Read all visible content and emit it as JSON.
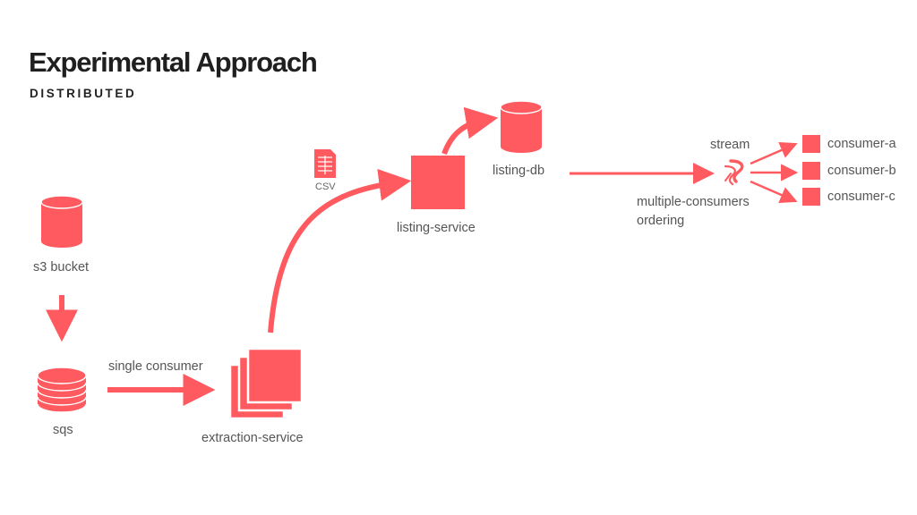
{
  "header": {
    "title": "Experimental Approach",
    "subtitle": "DISTRIBUTED"
  },
  "colors": {
    "accent": "#ff5a5f",
    "title": "#1f1f1f",
    "label": "#555555",
    "background": "#ffffff"
  },
  "nodes": {
    "s3_bucket": {
      "label": "s3 bucket",
      "icon": "database-icon"
    },
    "sqs": {
      "label": "sqs",
      "icon": "queue-stack-icon"
    },
    "extraction_service": {
      "label": "extraction-service",
      "icon": "stacked-services-icon"
    },
    "csv_file": {
      "label": "CSV",
      "icon": "csv-file-icon"
    },
    "listing_service": {
      "label": "listing-service",
      "icon": "service-square-icon"
    },
    "listing_db": {
      "label": "listing-db",
      "icon": "database-icon"
    },
    "stream": {
      "label": "stream",
      "icon": "kinesis-stream-icon"
    },
    "consumers": [
      {
        "label": "consumer-a",
        "icon": "consumer-square-icon"
      },
      {
        "label": "consumer-b",
        "icon": "consumer-square-icon"
      },
      {
        "label": "consumer-c",
        "icon": "consumer-square-icon"
      }
    ]
  },
  "edges": {
    "sqs_to_extraction": {
      "label": "single consumer"
    },
    "listing_to_stream": {
      "label_lines": [
        "multiple-consumers",
        "ordering"
      ]
    }
  }
}
